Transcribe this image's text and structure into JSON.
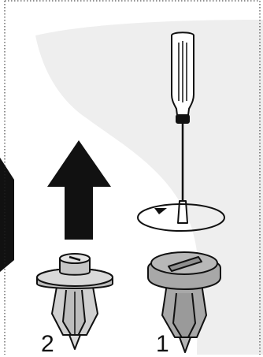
{
  "steps": [
    {
      "number": "2",
      "action": "pull-up",
      "icon": "up-arrow-icon"
    },
    {
      "number": "1",
      "action": "rotate-with-screwdriver",
      "icon": "screwdriver-icon"
    }
  ],
  "colors": {
    "background": "#ffffff",
    "backdrop_shape": "#eeeeee",
    "ink": "#111111",
    "clip_gray": "#a8a8a8",
    "clip_light": "#d9d9d9",
    "arrow": "#111111",
    "border": "#222222"
  }
}
